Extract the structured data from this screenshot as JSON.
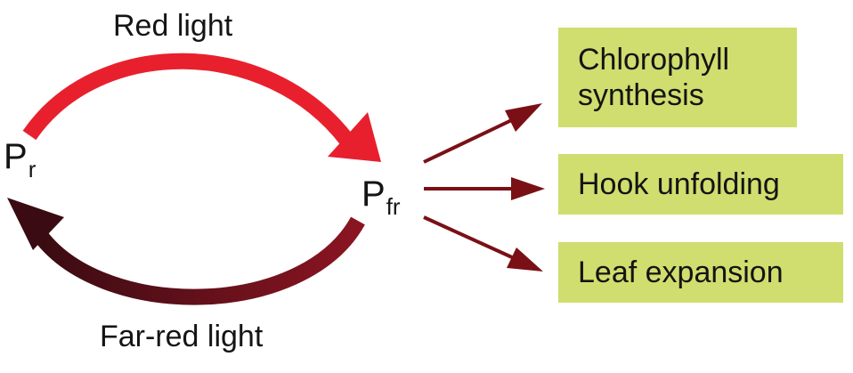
{
  "diagram": {
    "red_light_label": "Red light",
    "far_red_light_label": "Far-red light",
    "pr": {
      "base": "P",
      "sub": "r"
    },
    "pfr": {
      "base": "P",
      "sub": "fr"
    },
    "responses": {
      "chlorophyll_line1": "Chlorophyll",
      "chlorophyll_line2": "synthesis",
      "hook": "Hook unfolding",
      "leaf": "Leaf expansion"
    },
    "colors": {
      "red_arrow": "#e8202e",
      "far_red_arrow_dark": "#3a0b12",
      "far_red_arrow_light": "#8a1522",
      "response_arrow": "#7a1016",
      "box_fill": "#cfde6e",
      "text": "#141414"
    }
  }
}
